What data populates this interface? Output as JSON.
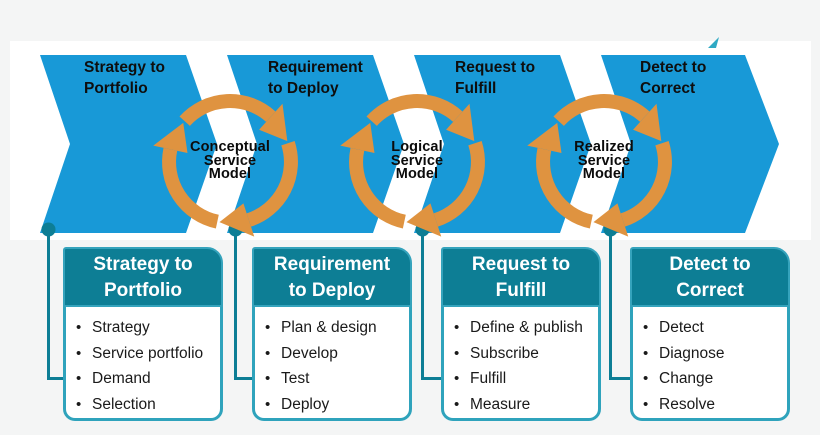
{
  "colors": {
    "page_background": "#f4f5f5",
    "band_background": "#ffffff",
    "chevron_blue": "#1899d7",
    "cycle_orange": "#df9340",
    "header_teal": "#0d7e95",
    "box_border_teal": "#2fa3bc",
    "connector_teal": "#0d7e95",
    "corner_mark_teal": "#2fa9c4",
    "header_text": "#ffffff",
    "body_text": "#1a1a1a"
  },
  "streams": [
    {
      "label_lines": [
        "Strategy to",
        "Portfolio"
      ],
      "items": [
        "Strategy",
        "Service portfolio",
        "Demand",
        "Selection"
      ]
    },
    {
      "label_lines": [
        "Requirement",
        "to Deploy"
      ],
      "items": [
        "Plan & design",
        "Develop",
        "Test",
        "Deploy"
      ]
    },
    {
      "label_lines": [
        "Request to",
        "Fulfill"
      ],
      "items": [
        "Define & publish",
        "Subscribe",
        "Fulfill",
        "Measure"
      ]
    },
    {
      "label_lines": [
        "Detect to",
        "Correct"
      ],
      "items": [
        "Detect",
        "Diagnose",
        "Change",
        "Resolve"
      ]
    }
  ],
  "cycles": [
    {
      "label_lines": [
        "Conceptual",
        "Service",
        "Model"
      ]
    },
    {
      "label_lines": [
        "Logical",
        "Service",
        "Model"
      ]
    },
    {
      "label_lines": [
        "Realized",
        "Service",
        "Model"
      ]
    }
  ]
}
